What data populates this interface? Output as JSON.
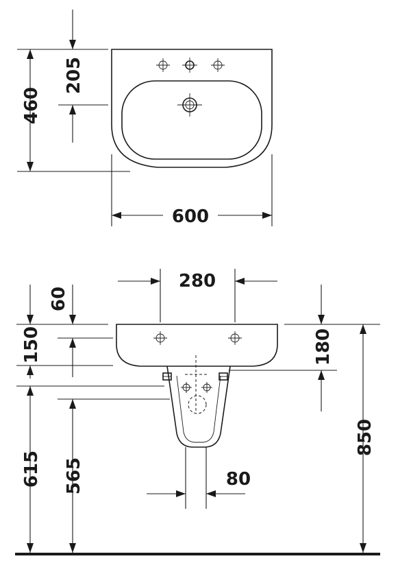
{
  "top_view": {
    "dims": {
      "tap_offset": "205",
      "depth": "460",
      "width": "600"
    }
  },
  "front_view": {
    "dims": {
      "tap_spacing": "280",
      "rim_to_tap": "60",
      "rim_to_bracket": "150",
      "bowl_height": "180",
      "bracket_height": "615",
      "pedestal_bottom": "565",
      "pedestal_width": "80",
      "rim_height": "850"
    }
  }
}
